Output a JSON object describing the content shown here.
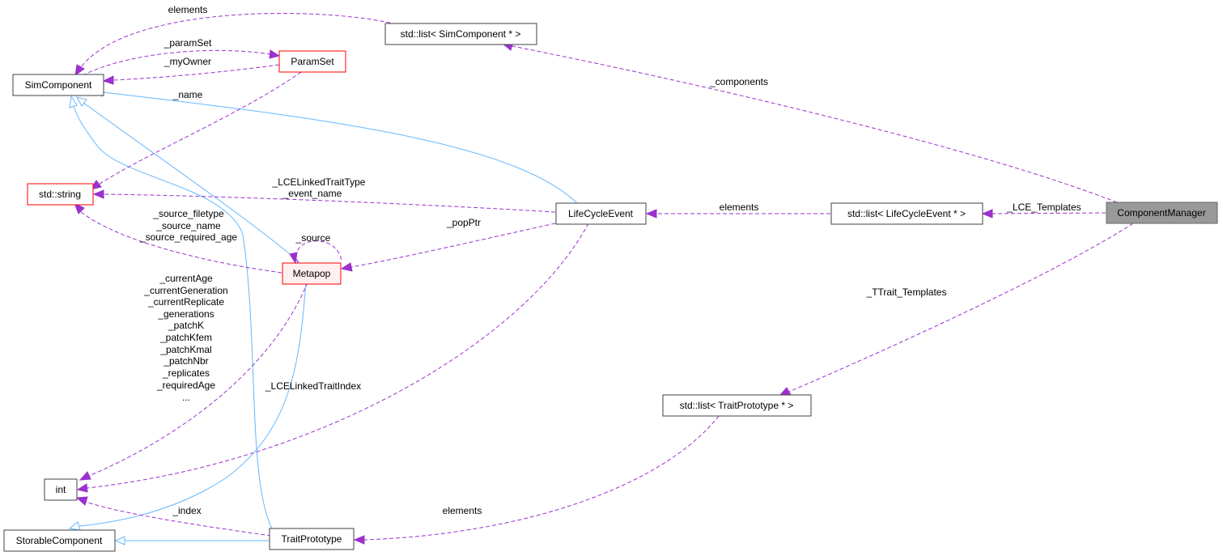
{
  "nodes": {
    "sim_component": "SimComponent",
    "param_set": "ParamSet",
    "list_sim_component": "std::list< SimComponent * >",
    "std_string": "std::string",
    "metapop": "Metapop",
    "life_cycle_event": "LifeCycleEvent",
    "list_life_cycle_event": "std::list< LifeCycleEvent * >",
    "component_manager": "ComponentManager",
    "list_trait_prototype": "std::list< TraitPrototype * >",
    "int_type": "int",
    "storable_component": "StorableComponent",
    "trait_prototype": "TraitPrototype"
  },
  "edge_labels": {
    "elements_top": "elements",
    "param_set": "_paramSet",
    "my_owner": "_myOwner",
    "name": "_name",
    "components": "_components",
    "lce_linked_trait_type": "_LCELinkedTraitType",
    "event_name": "_event_name",
    "source_filetype": "_source_filetype",
    "source_name": "_source_name",
    "source_required_age": "_source_required_age",
    "source": "_source",
    "pop_ptr": "_popPtr",
    "elements_lce": "elements",
    "lce_templates": "_LCE_Templates",
    "ttrait_templates": "_TTrait_Templates",
    "lce_linked_trait_index": "_LCELinkedTraitIndex",
    "elements_trait": "elements",
    "index": "_index",
    "int_members": [
      "_currentAge",
      "_currentGeneration",
      "_currentReplicate",
      "_generations",
      "_patchK",
      "_patchKfem",
      "_patchKmal",
      "_patchNbr",
      "_replicates",
      "_requiredAge",
      "..."
    ]
  },
  "colors": {
    "dependency": "#9a32cd",
    "inheritance": "#63b8ff",
    "highlight_border": "#ff0000",
    "main_node_fill": "#999999"
  }
}
